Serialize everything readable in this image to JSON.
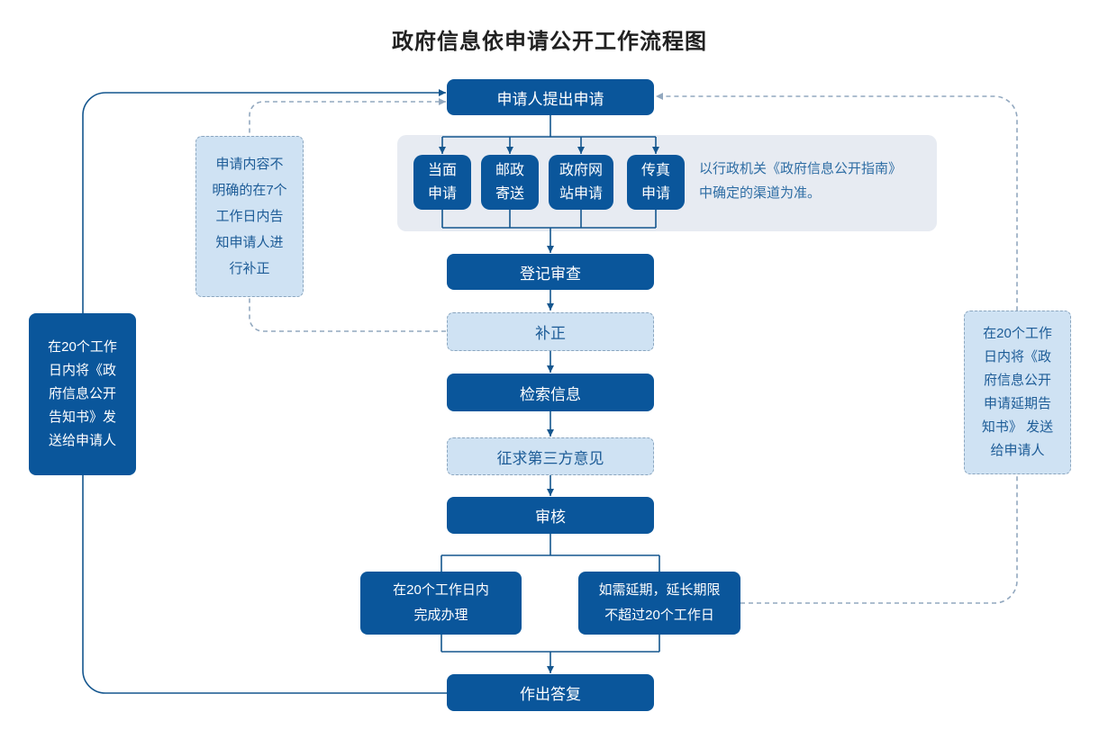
{
  "title": "政府信息依申请公开工作流程图",
  "colors": {
    "node_dark_blue": "#0a569b",
    "node_light_blue_fill": "#cfe2f3",
    "node_light_blue_border": "#8ba6bf",
    "container_gray": "#e7ebf2",
    "connector_solid_blue": "#14568e",
    "connector_dashed_gray": "#92a8bf",
    "annotation_text_blue": "#2e6da4",
    "title_text": "#212121"
  },
  "nodes": {
    "apply": {
      "label": "申请人提出申请"
    },
    "channels": [
      {
        "lines": [
          "当面",
          "申请"
        ]
      },
      {
        "lines": [
          "邮政",
          "寄送"
        ]
      },
      {
        "lines": [
          "政府网",
          "站申请"
        ]
      },
      {
        "lines": [
          "传真",
          "申请"
        ]
      }
    ],
    "channel_note": {
      "lines": [
        "以行政机关《政府信息公开指南》",
        "中确定的渠道为准。"
      ]
    },
    "register": {
      "label": "登记审查"
    },
    "supplement": {
      "label": "补正"
    },
    "search": {
      "label": "检索信息"
    },
    "third_party": {
      "label": "征求第三方意见"
    },
    "review": {
      "label": "审核"
    },
    "within20": {
      "lines": [
        "在20个工作日内",
        "完成办理"
      ]
    },
    "extension": {
      "lines": [
        "如需延期，延长期限",
        "不超过20个工作日"
      ]
    },
    "reply": {
      "label": "作出答复"
    },
    "note_supplement": {
      "lines": [
        "申请内容不",
        "明确的在7个",
        "工作日内告",
        "知申请人进",
        "行补正"
      ]
    },
    "notice_reply": {
      "lines": [
        "在20个工作",
        "日内将《政",
        "府信息公开",
        "告知书》发",
        "送给申请人"
      ]
    },
    "notice_extension": {
      "lines": [
        "在20个工作",
        "日内将《政",
        "府信息公开",
        "申请延期告",
        "知书》 发送",
        "给申请人"
      ]
    }
  }
}
